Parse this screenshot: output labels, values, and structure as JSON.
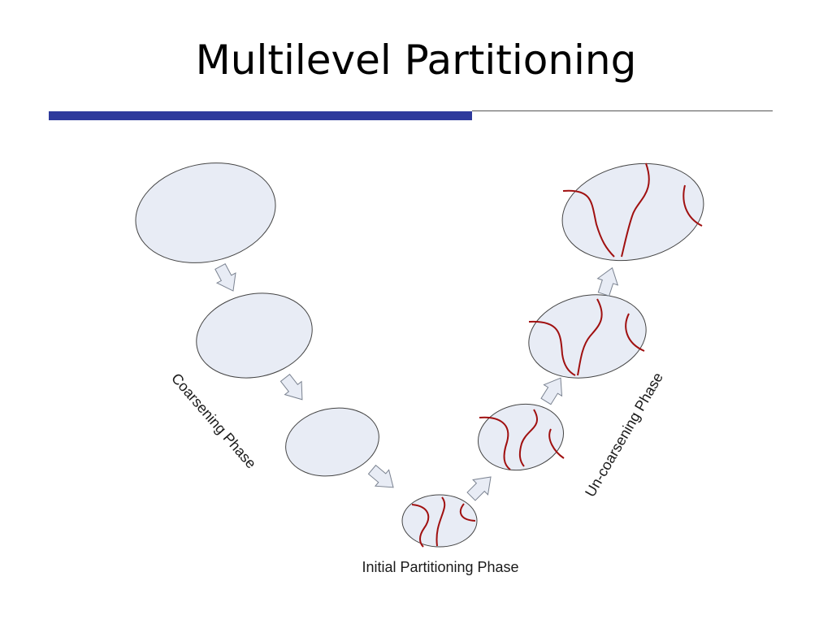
{
  "slide": {
    "title": "Multilevel Partitioning"
  },
  "diagram": {
    "labels": {
      "coarsening": "Coarsening Phase",
      "initial": "Initial Partitioning Phase",
      "uncoarsening": "Un-coarsening Phase"
    }
  },
  "colors": {
    "accent_bar": "#2e3a9c",
    "thin_rule": "#555555",
    "ellipse_fill": "#e8ecf5",
    "ellipse_stroke": "#444444",
    "partition_line": "#a01010",
    "arrow_fill": "#e8ecf5",
    "arrow_stroke": "#7a8290"
  }
}
